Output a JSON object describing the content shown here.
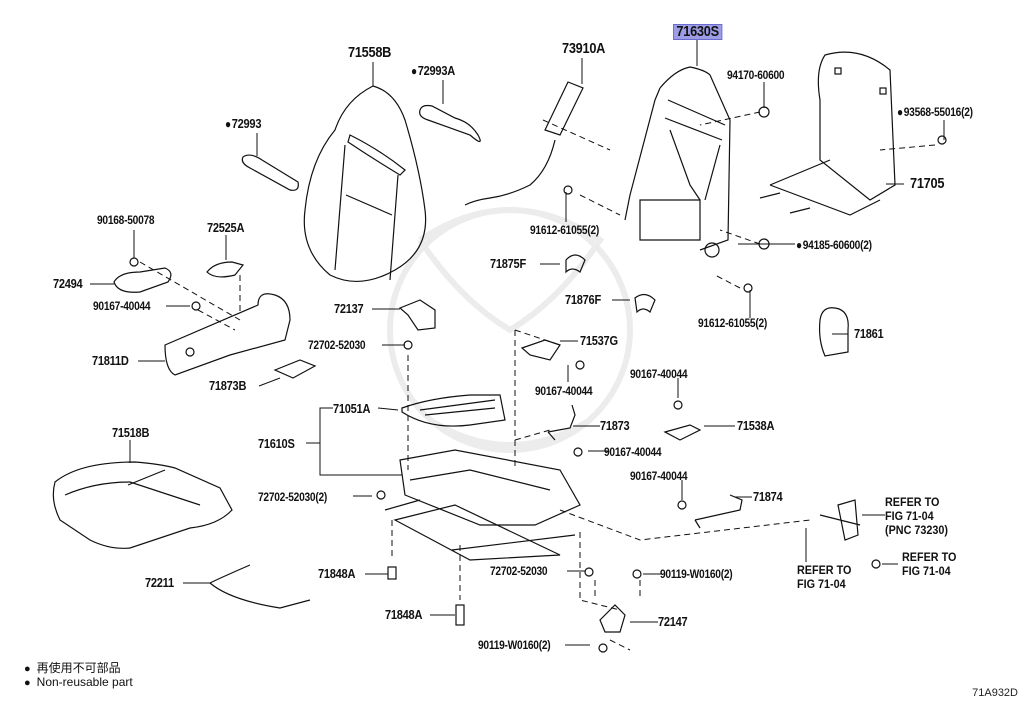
{
  "diagram": {
    "highlight_color": "#9d9de6",
    "part_labels": [
      {
        "id": "71558B",
        "text": "71558B"
      },
      {
        "id": "72993A",
        "text": "72993A",
        "non_reusable": true
      },
      {
        "id": "72993",
        "text": "72993",
        "non_reusable": true
      },
      {
        "id": "73910A",
        "text": "73910A"
      },
      {
        "id": "71630S",
        "text": "71630S",
        "highlighted": true
      },
      {
        "id": "94170-60600",
        "text": "94170-60600"
      },
      {
        "id": "93568-55016",
        "text": "93568-55016(2)",
        "non_reusable": true
      },
      {
        "id": "71705",
        "text": "71705"
      },
      {
        "id": "90168-50078",
        "text": "90168-50078"
      },
      {
        "id": "72525A",
        "text": "72525A"
      },
      {
        "id": "72494",
        "text": "72494"
      },
      {
        "id": "90167-40044-a",
        "text": "90167-40044"
      },
      {
        "id": "71811D",
        "text": "71811D"
      },
      {
        "id": "71873B",
        "text": "71873B"
      },
      {
        "id": "72137",
        "text": "72137"
      },
      {
        "id": "72702-52030-a",
        "text": "72702-52030"
      },
      {
        "id": "91612-61055-a",
        "text": "91612-61055(2)"
      },
      {
        "id": "94185-60600",
        "text": "94185-60600(2)",
        "non_reusable": true
      },
      {
        "id": "71875F",
        "text": "71875F"
      },
      {
        "id": "71876F",
        "text": "71876F"
      },
      {
        "id": "91612-61055-b",
        "text": "91612-61055(2)"
      },
      {
        "id": "71861",
        "text": "71861"
      },
      {
        "id": "71537G",
        "text": "71537G"
      },
      {
        "id": "90167-40044-b",
        "text": "90167-40044"
      },
      {
        "id": "90167-40044-c",
        "text": "90167-40044"
      },
      {
        "id": "71051A",
        "text": "71051A"
      },
      {
        "id": "71610S",
        "text": "71610S"
      },
      {
        "id": "71873",
        "text": "71873"
      },
      {
        "id": "71538A",
        "text": "71538A"
      },
      {
        "id": "90167-40044-d",
        "text": "90167-40044"
      },
      {
        "id": "71518B",
        "text": "71518B"
      },
      {
        "id": "72702-52030-b",
        "text": "72702-52030(2)"
      },
      {
        "id": "90167-40044-e",
        "text": "90167-40044"
      },
      {
        "id": "71874",
        "text": "71874"
      },
      {
        "id": "72211",
        "text": "72211"
      },
      {
        "id": "71848A-a",
        "text": "71848A"
      },
      {
        "id": "71848A-b",
        "text": "71848A"
      },
      {
        "id": "72702-52030-c",
        "text": "72702-52030"
      },
      {
        "id": "90119-W0160-a",
        "text": "90119-W0160(2)"
      },
      {
        "id": "72147",
        "text": "72147"
      },
      {
        "id": "90119-W0160-b",
        "text": "90119-W0160(2)"
      }
    ],
    "references": [
      {
        "lines": [
          "REFER TO",
          "FIG 71-04",
          "(PNC 73230)"
        ]
      },
      {
        "lines": [
          "REFER TO",
          "FIG 71-04"
        ]
      },
      {
        "lines": [
          "REFER TO",
          "FIG 71-04"
        ]
      }
    ],
    "legend": {
      "japanese": "再使用不可部品",
      "english": "Non-reusable part"
    },
    "figure_code": "71A932D"
  }
}
